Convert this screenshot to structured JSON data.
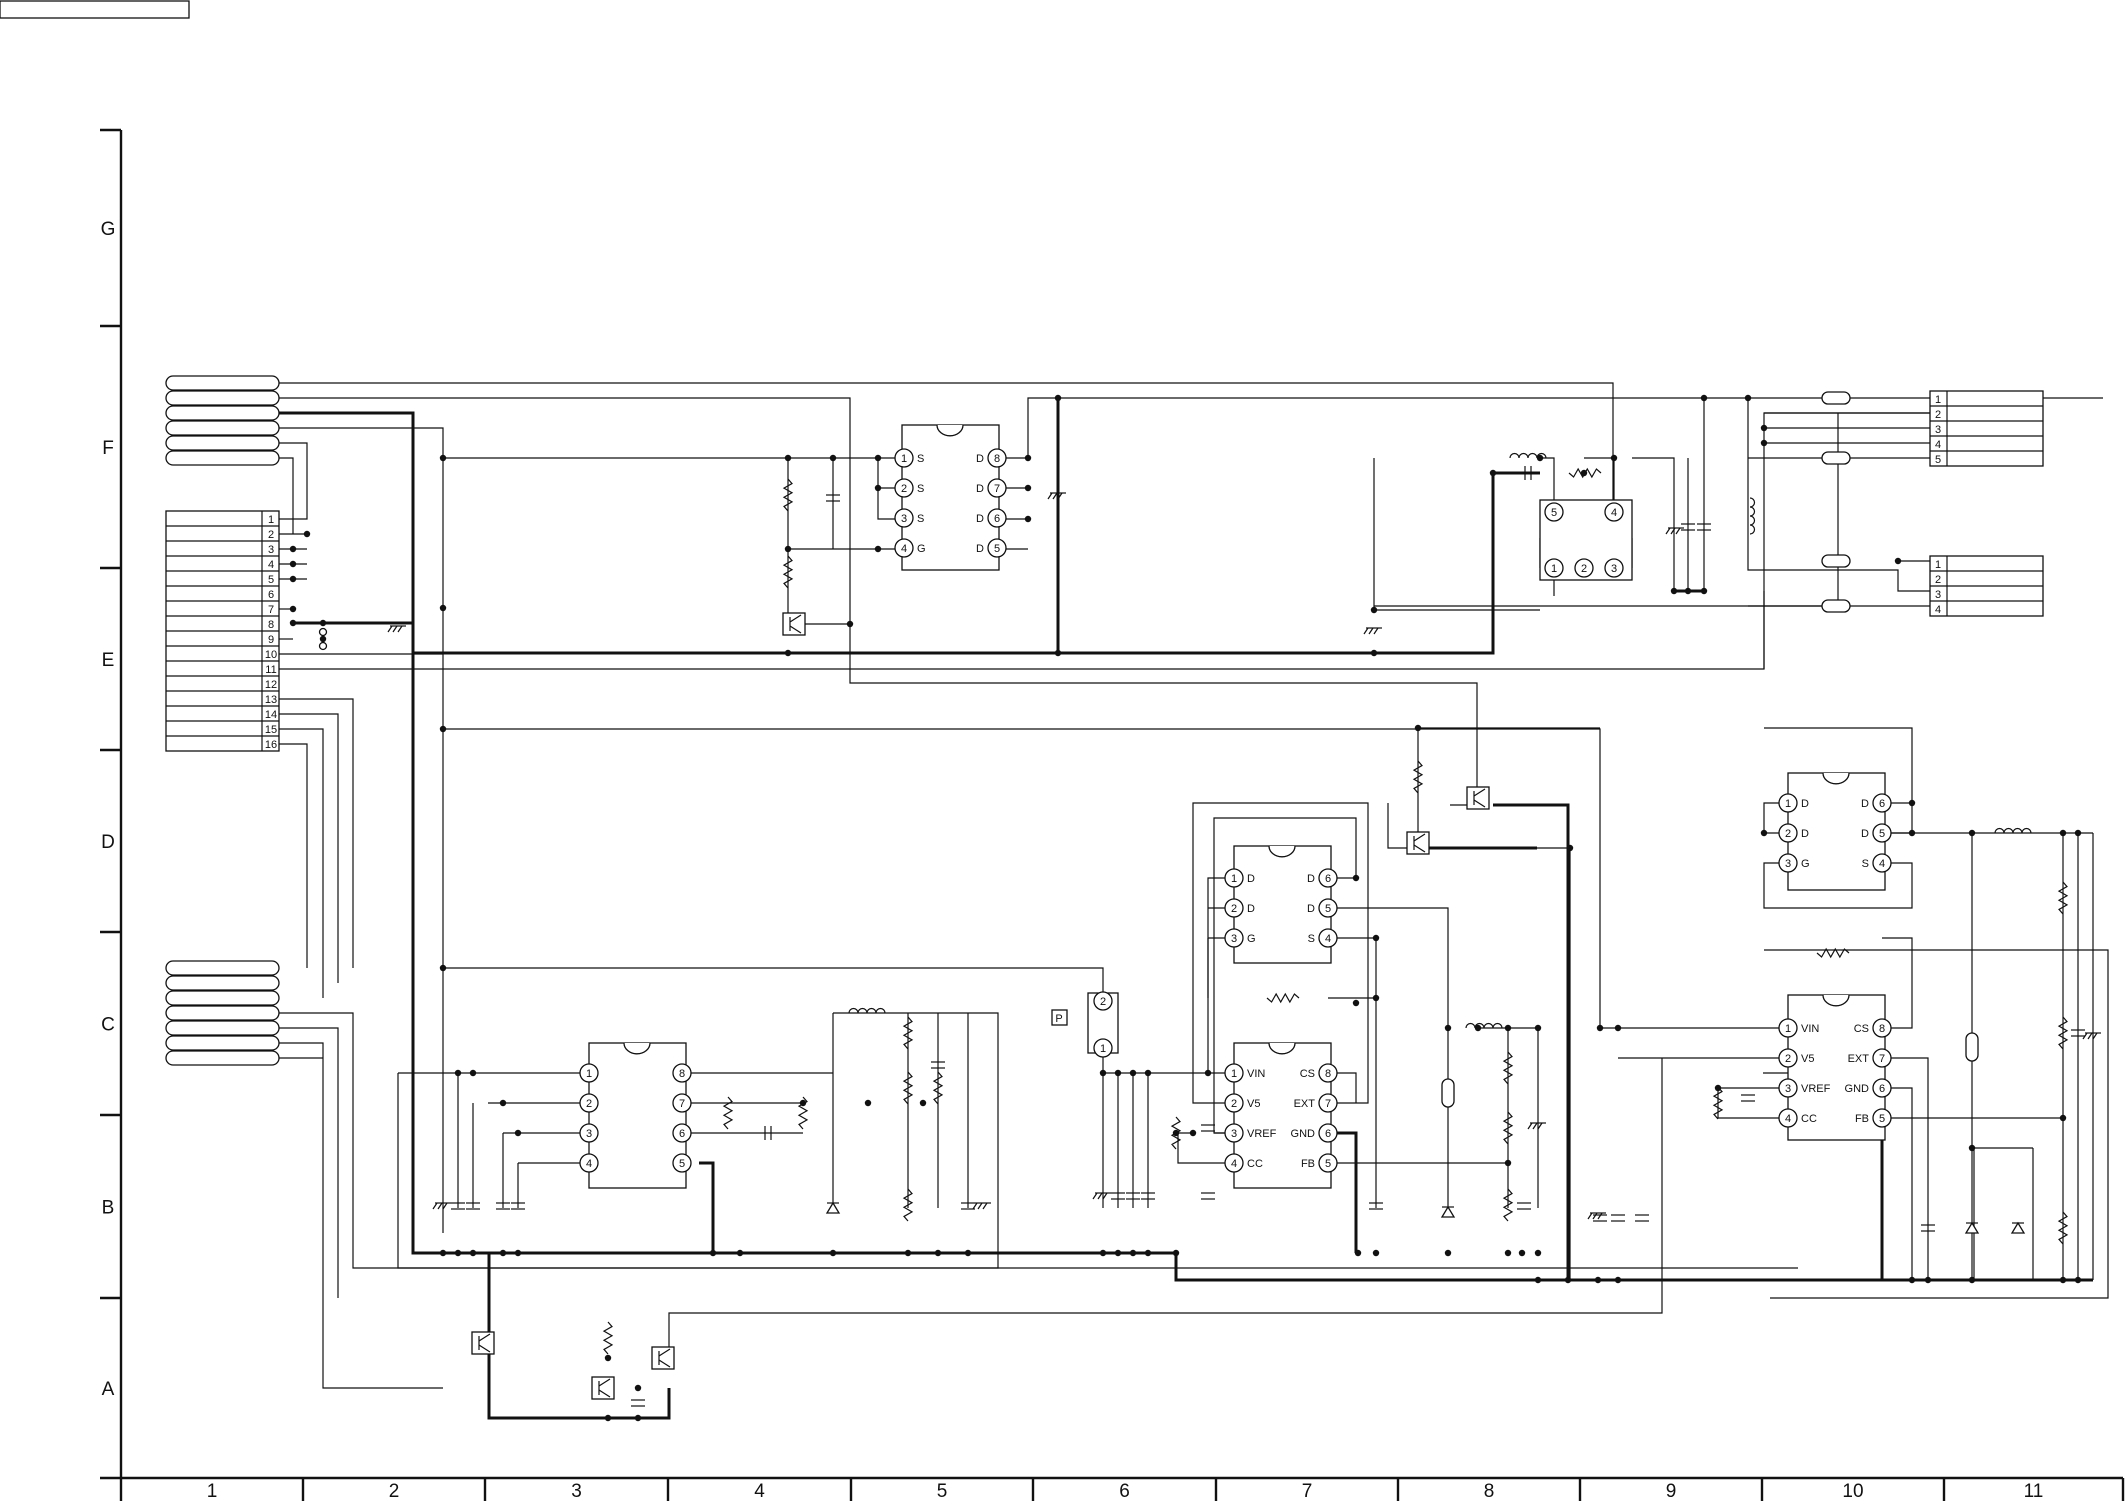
{
  "frame": {
    "row_labels": [
      "G",
      "F",
      "E",
      "D",
      "C",
      "B",
      "A"
    ],
    "col_labels": [
      "1",
      "2",
      "3",
      "4",
      "5",
      "6",
      "7",
      "8",
      "9",
      "10",
      "11"
    ]
  },
  "connector_main": {
    "pins": [
      "1",
      "2",
      "3",
      "4",
      "5",
      "6",
      "7",
      "8",
      "9",
      "10",
      "11",
      "12",
      "13",
      "14",
      "15",
      "16"
    ]
  },
  "connector_right_top": {
    "pins": [
      "1",
      "2",
      "3",
      "4",
      "5"
    ]
  },
  "connector_right_bottom": {
    "pins": [
      "1",
      "2",
      "3",
      "4"
    ]
  },
  "ic_mosfet_top": {
    "left_pins": [
      {
        "n": "1",
        "name": "S"
      },
      {
        "n": "2",
        "name": "S"
      },
      {
        "n": "3",
        "name": "S"
      },
      {
        "n": "4",
        "name": "G"
      }
    ],
    "right_pins": [
      {
        "n": "8",
        "name": "D"
      },
      {
        "n": "7",
        "name": "D"
      },
      {
        "n": "6",
        "name": "D"
      },
      {
        "n": "5",
        "name": "D"
      }
    ]
  },
  "ic_mosfet_mid": {
    "left_pins": [
      {
        "n": "1",
        "name": "D"
      },
      {
        "n": "2",
        "name": "D"
      },
      {
        "n": "3",
        "name": "G"
      }
    ],
    "right_pins": [
      {
        "n": "6",
        "name": "D"
      },
      {
        "n": "5",
        "name": "D"
      },
      {
        "n": "4",
        "name": "S"
      }
    ]
  },
  "ic_mosfet_right": {
    "left_pins": [
      {
        "n": "1",
        "name": "D"
      },
      {
        "n": "2",
        "name": "D"
      },
      {
        "n": "3",
        "name": "G"
      }
    ],
    "right_pins": [
      {
        "n": "6",
        "name": "D"
      },
      {
        "n": "5",
        "name": "D"
      },
      {
        "n": "4",
        "name": "S"
      }
    ]
  },
  "ic_controller_mid": {
    "left_pins": [
      {
        "n": "1",
        "name": "VIN"
      },
      {
        "n": "2",
        "name": "V5"
      },
      {
        "n": "3",
        "name": "VREF"
      },
      {
        "n": "4",
        "name": "CC"
      }
    ],
    "right_pins": [
      {
        "n": "8",
        "name": "CS"
      },
      {
        "n": "7",
        "name": "EXT"
      },
      {
        "n": "6",
        "name": "GND"
      },
      {
        "n": "5",
        "name": "FB"
      }
    ]
  },
  "ic_controller_right": {
    "left_pins": [
      {
        "n": "1",
        "name": "VIN"
      },
      {
        "n": "2",
        "name": "V5"
      },
      {
        "n": "3",
        "name": "VREF"
      },
      {
        "n": "4",
        "name": "CC"
      }
    ],
    "right_pins": [
      {
        "n": "8",
        "name": "CS"
      },
      {
        "n": "7",
        "name": "EXT"
      },
      {
        "n": "6",
        "name": "GND"
      },
      {
        "n": "5",
        "name": "FB"
      }
    ]
  },
  "ic_opamp": {
    "left_pins": [
      "1",
      "2",
      "3",
      "4"
    ],
    "right_pins": [
      "8",
      "7",
      "6",
      "5"
    ]
  },
  "ic_top_right": {
    "top_pins": [
      "5",
      "4"
    ],
    "bottom_pins": [
      "1",
      "2",
      "3"
    ]
  },
  "jumper": {
    "pins": [
      "2",
      "1"
    ]
  },
  "test_point": {
    "label": "P"
  }
}
